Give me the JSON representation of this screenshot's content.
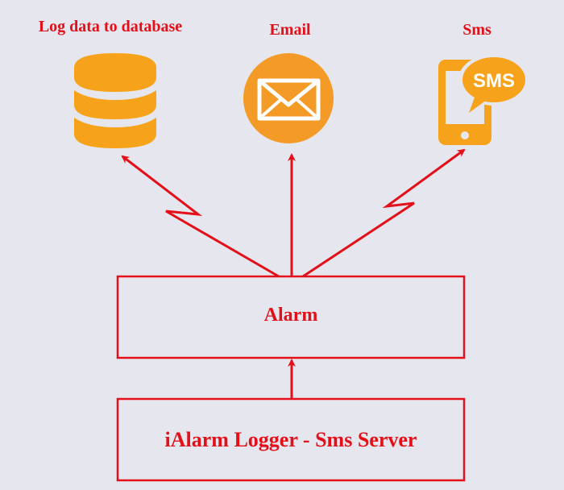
{
  "labels": {
    "database": "Log data to database",
    "email": "Email",
    "sms": "Sms"
  },
  "icons": {
    "database": "database-icon",
    "email": "envelope-icon",
    "sms": "sms-phone-icon",
    "sms_bubble_text": "SMS"
  },
  "boxes": {
    "alarm": "Alarm",
    "server": "iAlarm Logger - Sms Server"
  },
  "colors": {
    "background": "#e6e7ee",
    "accent_red": "#e3101a",
    "icon_orange": "#f7a21b",
    "email_circle": "#f49a26"
  }
}
